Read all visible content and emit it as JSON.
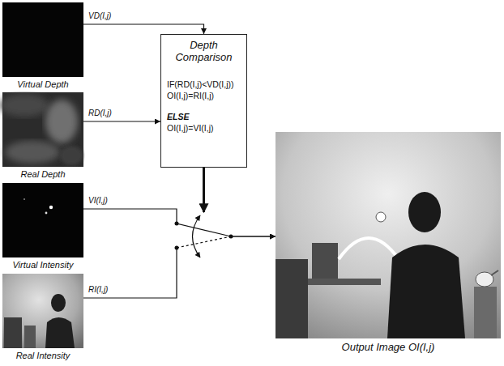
{
  "diagram": {
    "nodes": [
      {
        "text": [
          "Virtual Depth"
        ]
      },
      {
        "text": [
          "Real Depth"
        ]
      },
      {
        "text": [
          "Depth Comparison",
          "IF(RD(I,j)<VD(I,j))",
          "OI(I,j)=RI(I,j)",
          "ELSE",
          "OI(I,j)=VI(I,j)"
        ]
      },
      {
        "text": [
          "Virtual Intensity"
        ]
      },
      {
        "text": [
          "Real Intensity"
        ]
      },
      {
        "text": [
          "Output Image OI(I,j)"
        ]
      }
    ],
    "edges": [
      {
        "from": 0,
        "to": 2,
        "label": "VD(I,j)",
        "arrow": "to"
      },
      {
        "from": 1,
        "to": 2,
        "label": "RD(I,j)",
        "arrow": "to"
      },
      {
        "from": 3,
        "to": 5,
        "label": "VI(I,j)",
        "arrow": "to"
      },
      {
        "from": 4,
        "to": 5,
        "label": "RI(I,j)",
        "arrow": "to"
      }
    ]
  }
}
